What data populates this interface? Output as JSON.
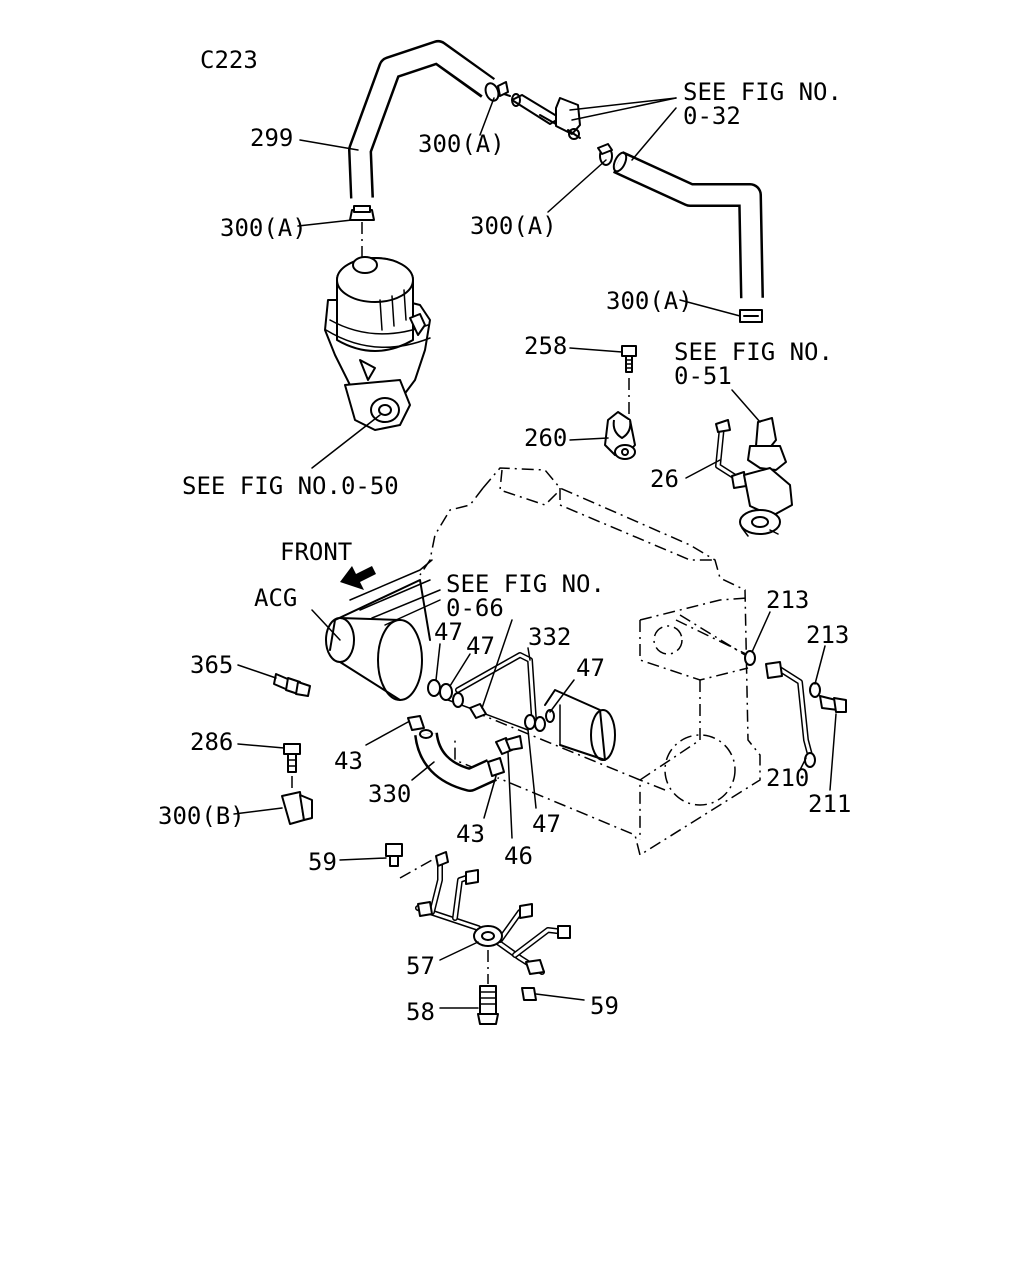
{
  "figure_code": "C223",
  "callouts": {
    "p299": "299",
    "p300a_1": "300(A)",
    "p300a_2": "300(A)",
    "p300a_3": "300(A)",
    "p300a_4": "300(A)",
    "p258": "258",
    "p260": "260",
    "p26": "26",
    "p213_1": "213",
    "p213_2": "213",
    "p210": "210",
    "p211": "211",
    "p365": "365",
    "p286": "286",
    "p300b": "300(B)",
    "p47_1": "47",
    "p47_2": "47",
    "p47_3": "47",
    "p47_4": "47",
    "p332": "332",
    "p43_1": "43",
    "p43_2": "43",
    "p330": "330",
    "p46": "46",
    "p59_1": "59",
    "p59_2": "59",
    "p57": "57",
    "p58": "58"
  },
  "references": {
    "fig_032_line1": "SEE FIG NO.",
    "fig_032_line2": "0-32",
    "fig_051_line1": "SEE FIG NO.",
    "fig_051_line2": "0-51",
    "fig_066_line1": "SEE FIG NO.",
    "fig_066_line2": "0-66",
    "fig_050": "SEE FIG NO.0-50"
  },
  "labels": {
    "front": "FRONT",
    "acg": "ACG"
  }
}
